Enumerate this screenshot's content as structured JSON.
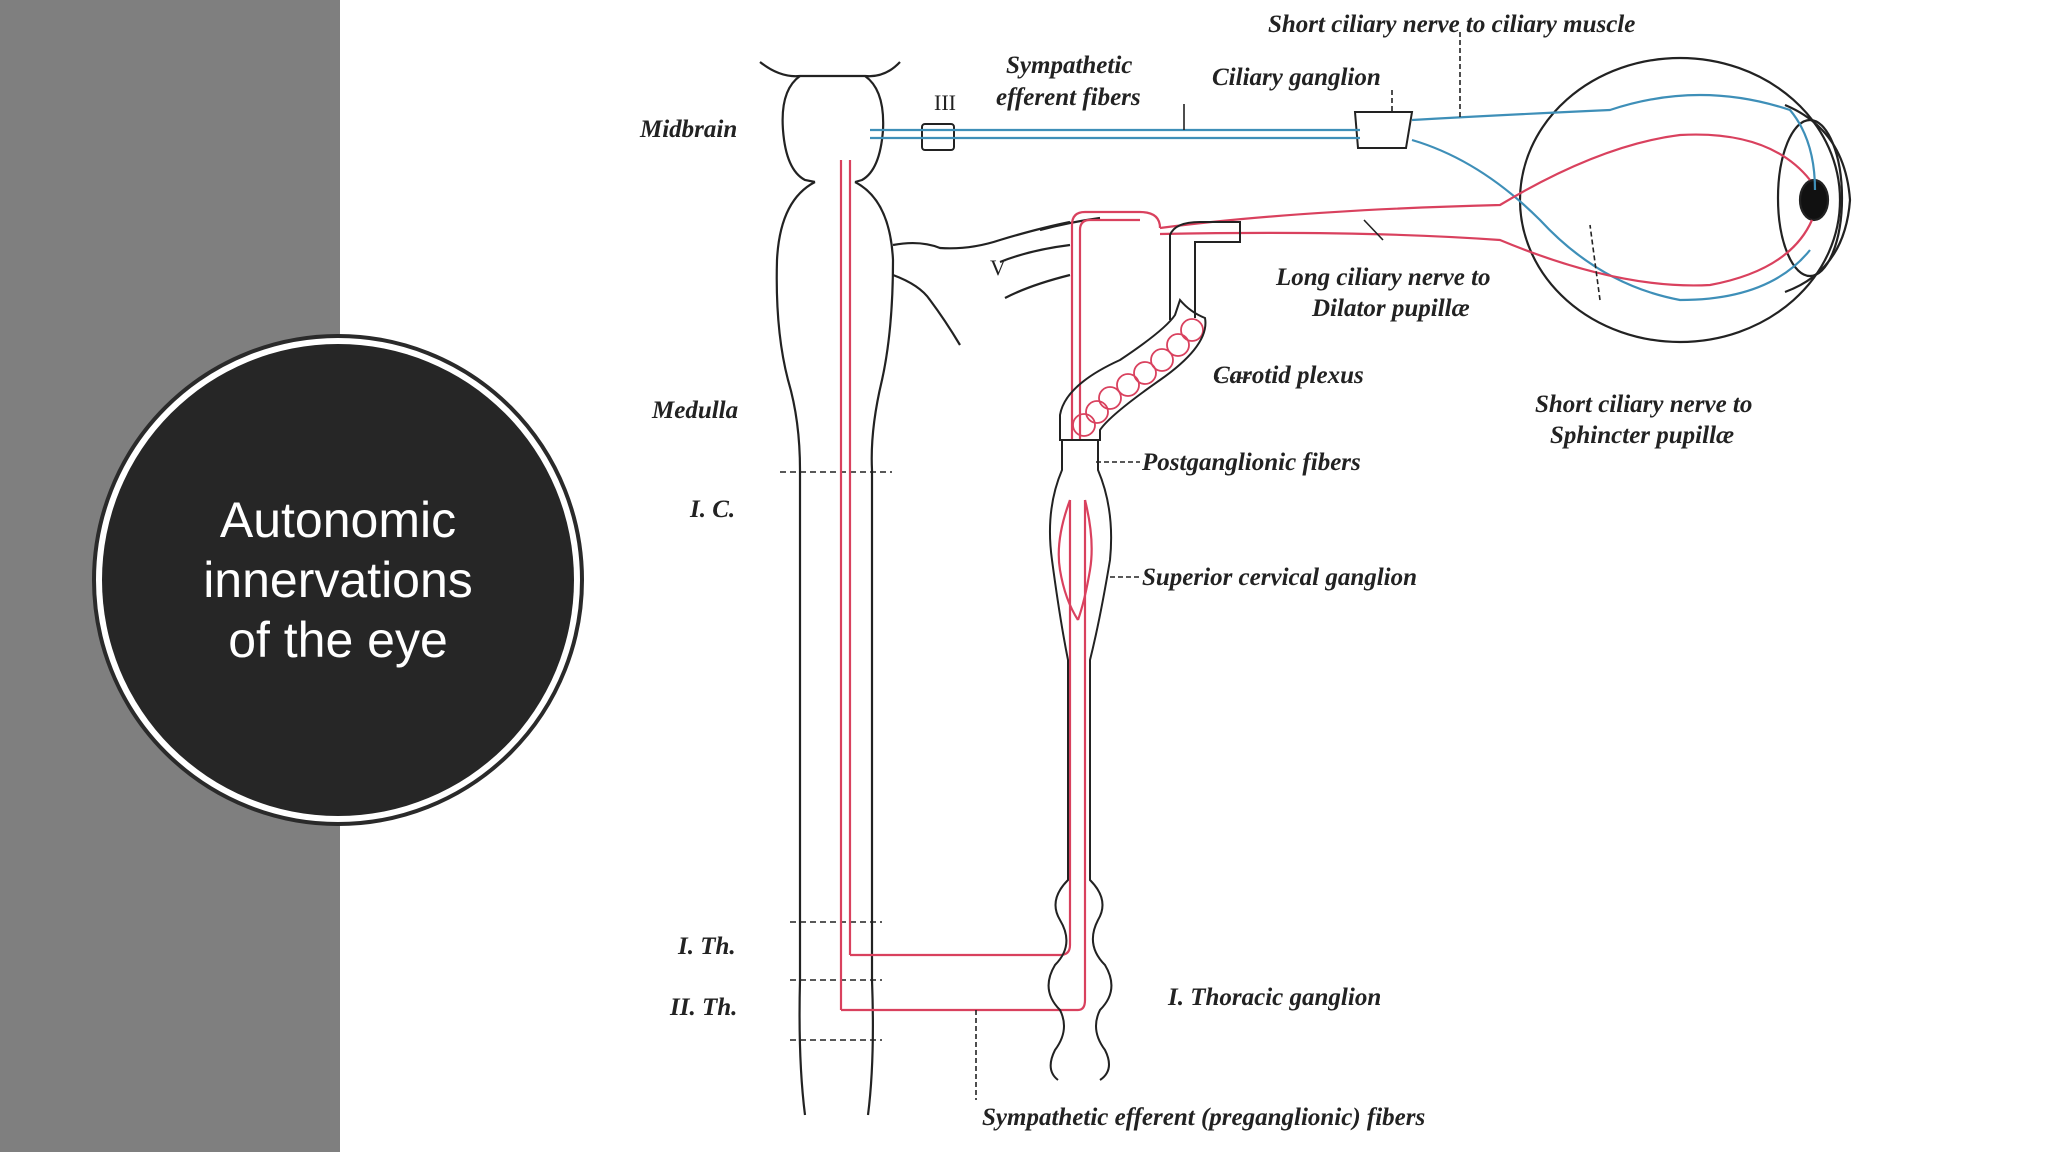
{
  "slide": {
    "title": "Autonomic innervations of the eye",
    "title_lines": [
      "Autonomic",
      "innervations",
      "of the eye"
    ],
    "colors": {
      "sidebar": "#7f7f7f",
      "circle": "#262626",
      "title_text": "#ffffff",
      "sympathetic_red": "#d9415e",
      "parasympathetic_blue": "#3e8fb8",
      "outline": "#222222"
    }
  },
  "diagram": {
    "labels": {
      "midbrain": "Midbrain",
      "medulla": "Medulla",
      "ic": "I. C.",
      "ith": "I. Th.",
      "iith": "II. Th.",
      "nerve_iii": "III",
      "nerve_v": "V",
      "sympathetic_efferent_1": "Sympathetic",
      "sympathetic_efferent_2": "efferent fibers",
      "ciliary_ganglion": "Ciliary ganglion",
      "short_ciliary_muscle": "Short ciliary nerve to ciliary muscle",
      "long_ciliary_1": "Long ciliary nerve to",
      "long_ciliary_2": "Dilator pupillæ",
      "carotid_plexus": "Carotid plexus",
      "short_ciliary_sphincter_1": "Short ciliary nerve to",
      "short_ciliary_sphincter_2": "Sphincter pupillæ",
      "postganglionic": "Postganglionic fibers",
      "superior_cervical": "Superior cervical ganglion",
      "thoracic_ganglion": "I. Thoracic ganglion",
      "preganglionic": "Sympathetic efferent (preganglionic) fibers"
    }
  }
}
